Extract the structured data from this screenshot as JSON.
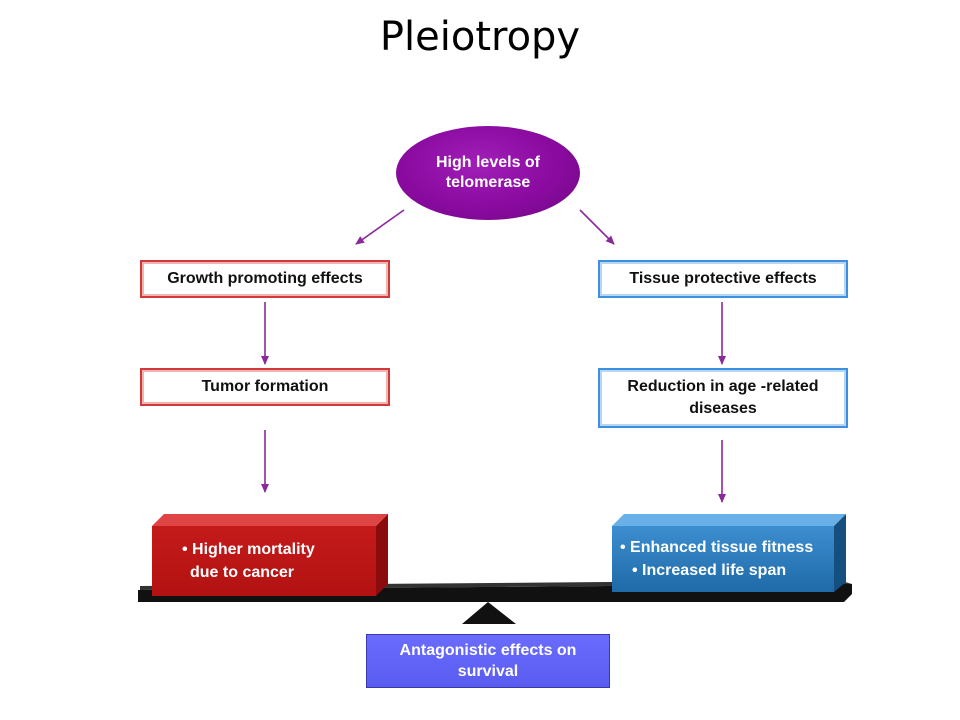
{
  "title": "Pleiotropy",
  "center_node": {
    "lines": [
      "High levels of",
      "telomerase"
    ]
  },
  "left_column": {
    "box1": "Growth promoting effects",
    "box2": "Tumor formation",
    "outcome": [
      "• Higher mortality",
      "due to cancer"
    ]
  },
  "right_column": {
    "box1": "Tissue protective effects",
    "box2": [
      "Reduction in age -related",
      "diseases"
    ],
    "outcome": [
      "• Enhanced tissue fitness",
      "• Increased life span"
    ]
  },
  "bottom_box": [
    "Antagonistic effects on",
    "survival"
  ],
  "colors": {
    "oval": "#8a0aa0",
    "arrow": "#8a2a9a",
    "left_border": "#d13a3a",
    "right_border": "#3d8fe0",
    "left_block": "#b31212",
    "right_block": "#1f6aa8",
    "bottom_box": "#5a5cf0"
  }
}
